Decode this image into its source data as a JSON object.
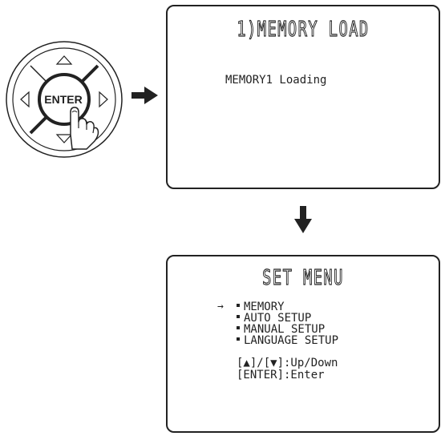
{
  "remote": {
    "enter_label": "ENTER"
  },
  "screen_top": {
    "title": "1)MEMORY LOAD",
    "message": "MEMORY1 Loading"
  },
  "screen_bottom": {
    "title": "SET MENU",
    "cursor": "→",
    "items": [
      {
        "label": "MEMORY"
      },
      {
        "label": "AUTO SETUP"
      },
      {
        "label": "MANUAL SETUP"
      },
      {
        "label": "LANGUAGE SETUP"
      }
    ],
    "help_1": "[▲]/[▼]:Up/Down",
    "help_2": "[ENTER]:Enter"
  }
}
